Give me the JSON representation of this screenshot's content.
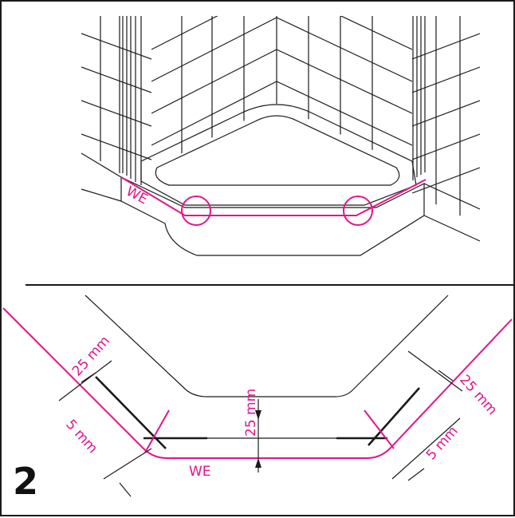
{
  "step_number": "2",
  "labels": {
    "we_top": "WE",
    "we_bottom": "WE",
    "dim_25_left": "25 mm",
    "dim_5_left": "5 mm",
    "dim_25_center": "25 mm",
    "dim_25_right": "25 mm",
    "dim_5_right": "5 mm"
  },
  "colors": {
    "accent": "#e0168c",
    "line": "#1a1a1a"
  }
}
